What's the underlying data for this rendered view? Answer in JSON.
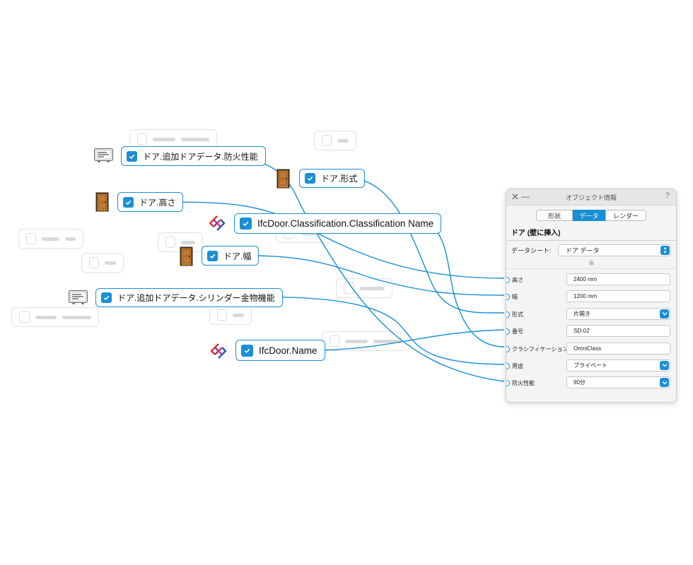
{
  "nodes": {
    "fire": "ドア.追加ドアデータ.防火性能",
    "type": "ドア.形式",
    "height": "ドア.高さ",
    "classification": "IfcDoor.Classification.Classification Name",
    "width": "ドア.幅",
    "cylinder": "ドア.追加ドアデータ.シリンダー金物機能",
    "ifcname": "IfcDoor.Name"
  },
  "icons": {
    "note": "note-card-icon",
    "door": "door-icon",
    "ifc": "ifc-logo-icon",
    "check": "checkbox-checked-icon"
  },
  "panel": {
    "title": "オブジェクト情報",
    "help": "?",
    "tabs": [
      "形状",
      "データ",
      "レンダー"
    ],
    "heading": "ドア (壁に挿入)",
    "sheet_label": "データシート:",
    "sheet_value": "ドア データ",
    "fields": [
      {
        "label": "高さ",
        "value": "2400 mm"
      },
      {
        "label": "幅",
        "value": "1200 mm"
      },
      {
        "label": "形式",
        "value": "片開き"
      },
      {
        "label": "番号",
        "value": "SD-02"
      },
      {
        "label": "クラシフィケーション",
        "value": "OmniClass"
      },
      {
        "label": "用途",
        "value": "プライベート"
      },
      {
        "label": "防火性能",
        "value": "90分"
      }
    ]
  },
  "colors": {
    "accent": "#1a8fd5",
    "door_wood": "#b8742c",
    "ghost_border": "#e2e2e2"
  }
}
